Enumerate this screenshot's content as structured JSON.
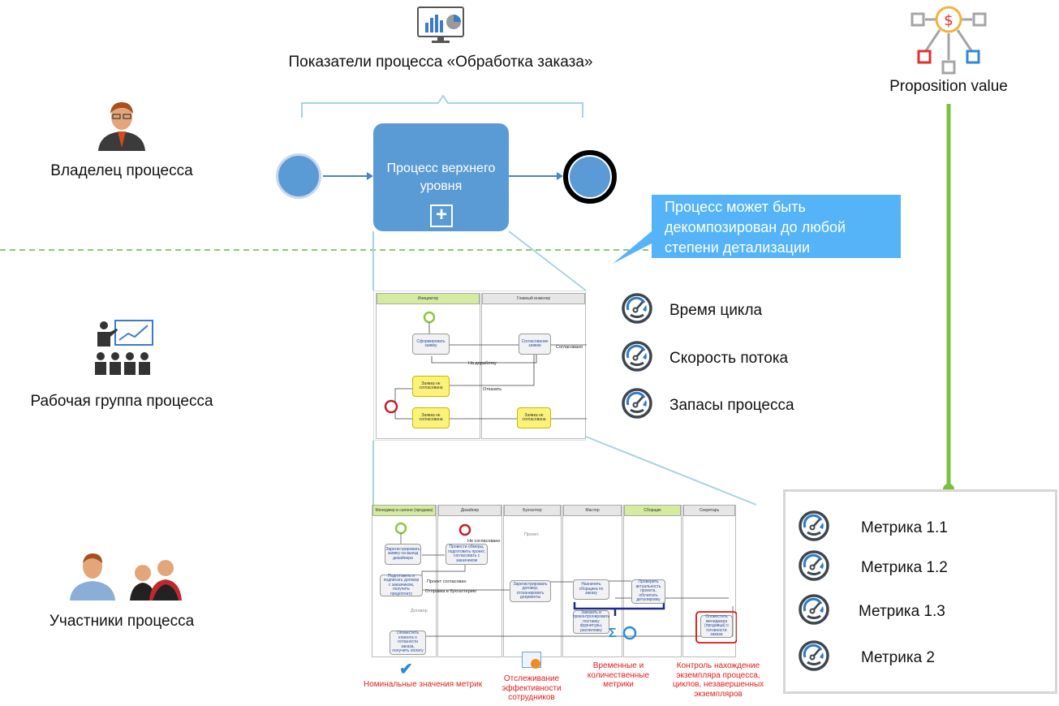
{
  "header": {
    "title": "Показатели процесса «Обработка заказа»",
    "icon": "monitor-chart-icon"
  },
  "roles": {
    "owner": "Владелец процесса",
    "workgroup": "Рабочая группа процесса",
    "participants": "Участники процесса"
  },
  "process": {
    "label": "Процесс верхнего уровня",
    "expand_icon": "plus-icon"
  },
  "callout": {
    "text": "Процесс может быть декомпозирован до любой степени детализации",
    "color": "#55b4f8"
  },
  "metrics": [
    "Время цикла",
    "Скорость потока",
    "Запасы процесса"
  ],
  "value": {
    "label": "Proposition value",
    "icon": "value-network-icon",
    "line_color": "#7ac143"
  },
  "panel_metrics": [
    "Метрика 1.1",
    "Метрика 1.2",
    "Метрика 1.3",
    "Метрика 2"
  ],
  "diagram1": {
    "lanes": [
      "Инициатор",
      "Главный инженер"
    ],
    "tasks": [
      "Сформировать заявку",
      "Согласование заявки",
      "Заявка не согласована",
      "Заявка не согласована",
      "Заявка не согласована"
    ],
    "flows": [
      "Согласовано",
      "На доработку",
      "Отказать"
    ]
  },
  "diagram2": {
    "lanes": [
      "Менеджер в салоне (продажа)",
      "Дизайнер",
      "Бухгалтер",
      "Мастер",
      "Сборщик",
      "Секретарь"
    ],
    "tasks": [
      "Зарегистрировать заявку на выезд дизайнера",
      "Провести обмеры, подготовить проект, согласовать с заказчиком",
      "Подготовить и подписать договор с заказчиком, получить предоплату",
      "Зарегистрировать договор, отсканировать документы",
      "Назначить сборщика по заказу",
      "Проверить актуальность проекта, обсчитать деталировку",
      "Заказать и проконтролировать поставку фурнитуры, распиловку",
      "Оповестить менеджера (продавца) о готовности заказа",
      "Оповестить клиента о готовности заказа, получить оплату"
    ],
    "flows": [
      "Не согласовано",
      "Проект согласован",
      "Отправка в бухгалтерию"
    ],
    "docs": [
      "Проект",
      "Договор"
    ]
  },
  "captions": [
    "Номинальные значения метрик",
    "Отслеживание эффективности сотрудников",
    "Временные и количественные метрики",
    "Контроль нахождение экземпляра процесса, циклов, незавершенных экземпляров"
  ]
}
